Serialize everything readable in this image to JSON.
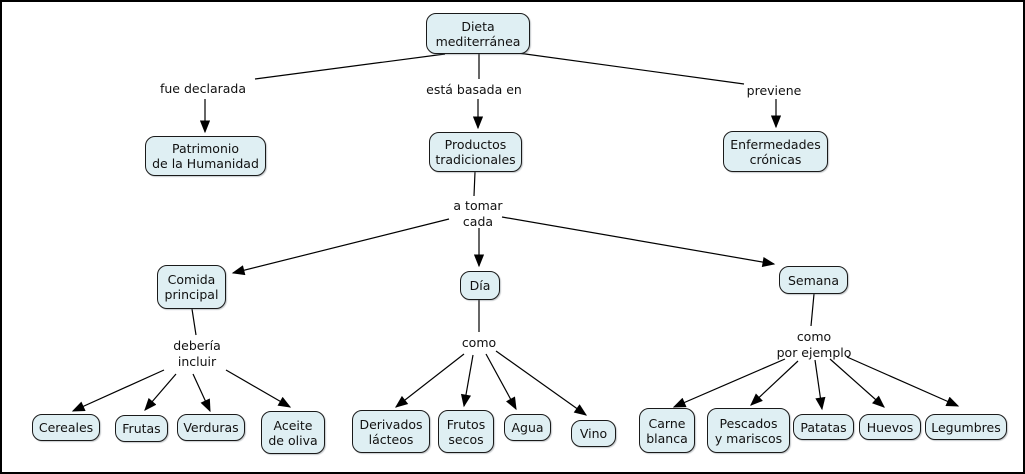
{
  "diagram": {
    "type": "concept-map",
    "colors": {
      "background": "#ffffff",
      "frame": "#000000",
      "node_fill": "#dfeff3",
      "node_border": "#1a1a1a",
      "connector": "#000000",
      "text": "#111111"
    },
    "concepts": {
      "dieta_mediterranea": "Dieta\nmediterránea",
      "patrimonio": "Patrimonio\nde la Humanidad",
      "productos_tradicionales": "Productos\ntradicionales",
      "enfermedades_cronicas": "Enfermedades\ncrónicas",
      "comida_principal": "Comida\nprincipal",
      "dia": "Día",
      "semana": "Semana",
      "cereales": "Cereales",
      "frutas": "Frutas",
      "verduras": "Verduras",
      "aceite_de_oliva": "Aceite\nde oliva",
      "derivados_lacteos": "Derivados\nlácteos",
      "frutos_secos": "Frutos\nsecos",
      "agua": "Agua",
      "vino": "Vino",
      "carne_blanca": "Carne\nblanca",
      "pescados_y_mariscos": "Pescados\ny mariscos",
      "patatas": "Patatas",
      "huevos": "Huevos",
      "legumbres": "Legumbres"
    },
    "linking_phrases": {
      "fue_declarada": "fue declarada",
      "esta_basada_en": "está basada en",
      "previene": "previene",
      "a_tomar_cada": "a tomar\ncada",
      "deberia_incluir": "debería\nincluir",
      "como": "como",
      "como_por_ejemplo": "como\npor ejemplo"
    }
  }
}
